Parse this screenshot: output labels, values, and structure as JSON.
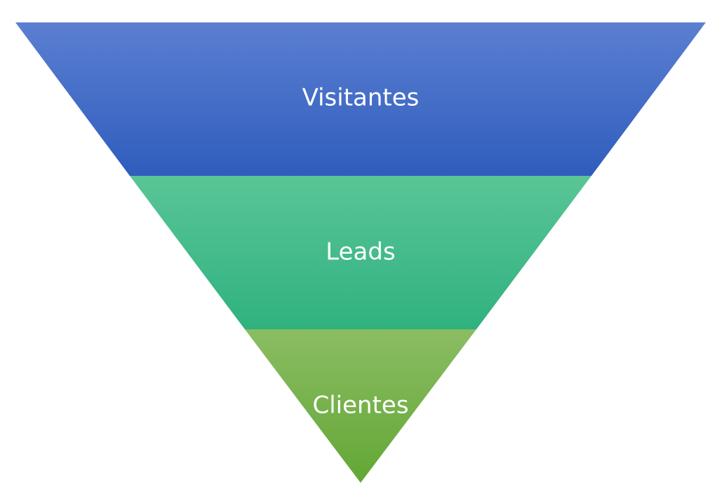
{
  "funnel": {
    "stages": [
      {
        "label": "Visitantes",
        "color_top": "#5b7fd1",
        "color_bottom": "#2f5dbd"
      },
      {
        "label": "Leads",
        "color_top": "#5ac597",
        "color_bottom": "#2fb27e"
      },
      {
        "label": "Clientes",
        "color_top": "#8bbd63",
        "color_bottom": "#62a735"
      }
    ]
  }
}
